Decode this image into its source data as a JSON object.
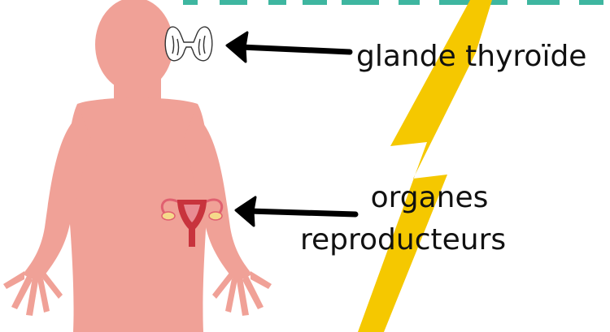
{
  "labels": {
    "thyroid": "glande thyroïde",
    "reproductive_line1": "organes",
    "reproductive_line2": "reproducteurs"
  },
  "colors": {
    "body": "#f0a197",
    "bolt": "#f5c800",
    "arrow": "#000000",
    "organ_red": "#c8333d",
    "top_strip": "#3eb6a0"
  },
  "icons": [
    "human-body-silhouette",
    "thyroid-gland-icon",
    "uterus-icon",
    "lightning-bolt-icon",
    "arrow-left-icon"
  ]
}
